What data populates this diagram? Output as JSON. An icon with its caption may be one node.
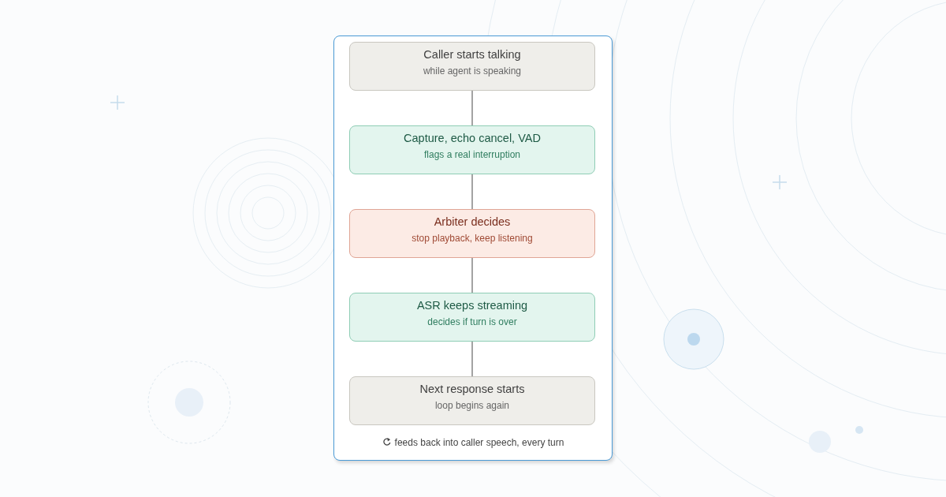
{
  "diagram": {
    "nodes": [
      {
        "text": [
          "Caller starts talking",
          "while agent is speaking"
        ]
      },
      {
        "text": [
          "Capture, echo cancel, VAD",
          "flags a real interruption"
        ]
      },
      {
        "text": [
          "Arbiter decides",
          "stop playback, keep listening"
        ]
      },
      {
        "text": [
          "ASR keeps streaming",
          "decides if turn is over"
        ]
      },
      {
        "text": [
          "Next response starts",
          "loop begins again"
        ]
      }
    ],
    "edges": [
      {
        "from": 0,
        "to": 1,
        "arrow": "none"
      },
      {
        "from": 1,
        "to": 2,
        "arrow": "none"
      },
      {
        "from": 2,
        "to": 3,
        "arrow": "none"
      },
      {
        "from": 3,
        "to": 4,
        "arrow": "none"
      }
    ],
    "labels": [
      "feeds back into caller speech, every turn"
    ]
  }
}
